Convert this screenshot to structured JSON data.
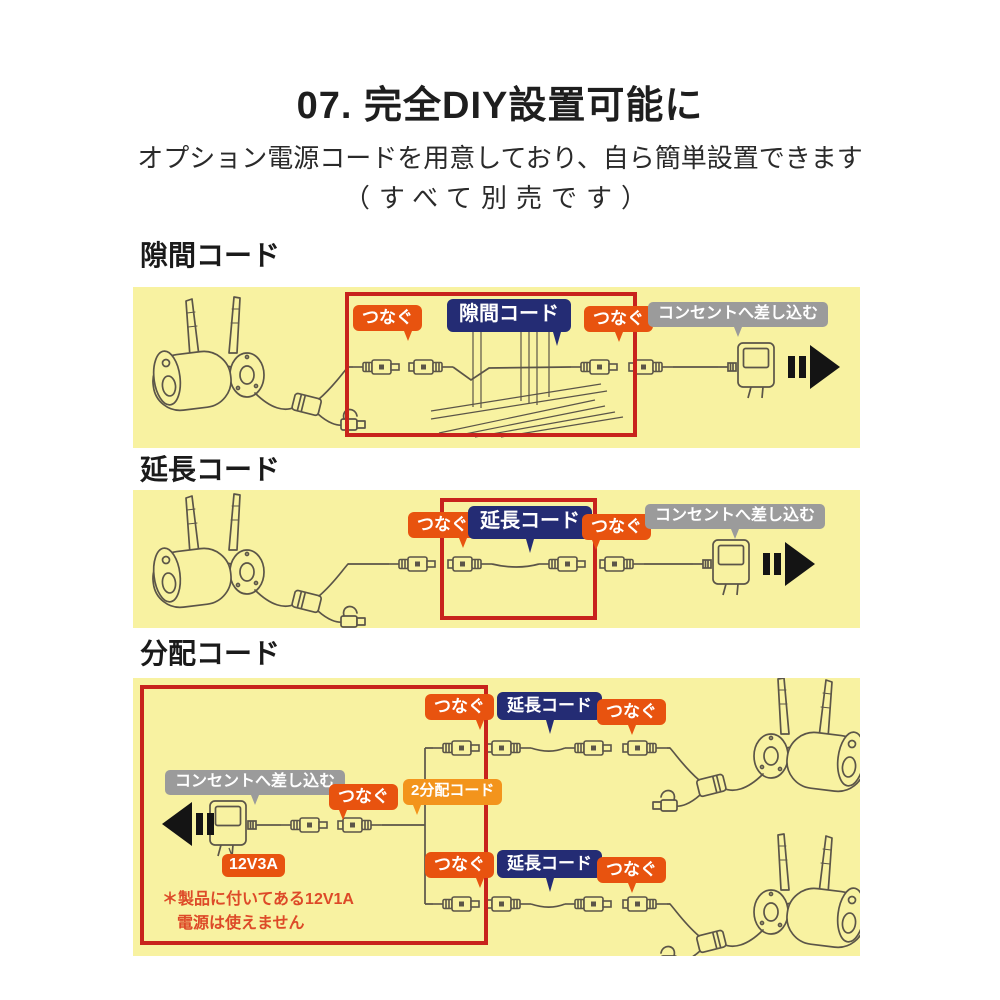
{
  "title": "07. 完全DIY設置可能に",
  "subtitle": {
    "line1": "オプション電源コードを用意しており、自ら簡単設置できます",
    "line2": "（すべて別売です）"
  },
  "labels": {
    "connect": "つなぐ",
    "plug_into_outlet": "コンセントへ差し込む"
  },
  "sections": {
    "gap": {
      "heading": "隙間コード",
      "cord_label": "隙間コード"
    },
    "extension": {
      "heading": "延長コード",
      "cord_label": "延長コード"
    },
    "splitter": {
      "heading": "分配コード",
      "splitter_label": "2分配コード",
      "extension_label": "延長コード",
      "adapter_label": "12V3A",
      "note_line1": "＊製品に付いてある12V1A",
      "note_line2": "電源は使えません"
    }
  },
  "colors": {
    "panel_bg": "#F8F2A1",
    "badge_orange": "#E8530F",
    "badge_light_orange": "#F3941C",
    "badge_navy": "#242C74",
    "badge_gray": "#9B9B9B",
    "frame_red": "#C8231C",
    "note_red": "#DD4A28",
    "arrow_black": "#141414",
    "line_art": "#5B5548"
  }
}
